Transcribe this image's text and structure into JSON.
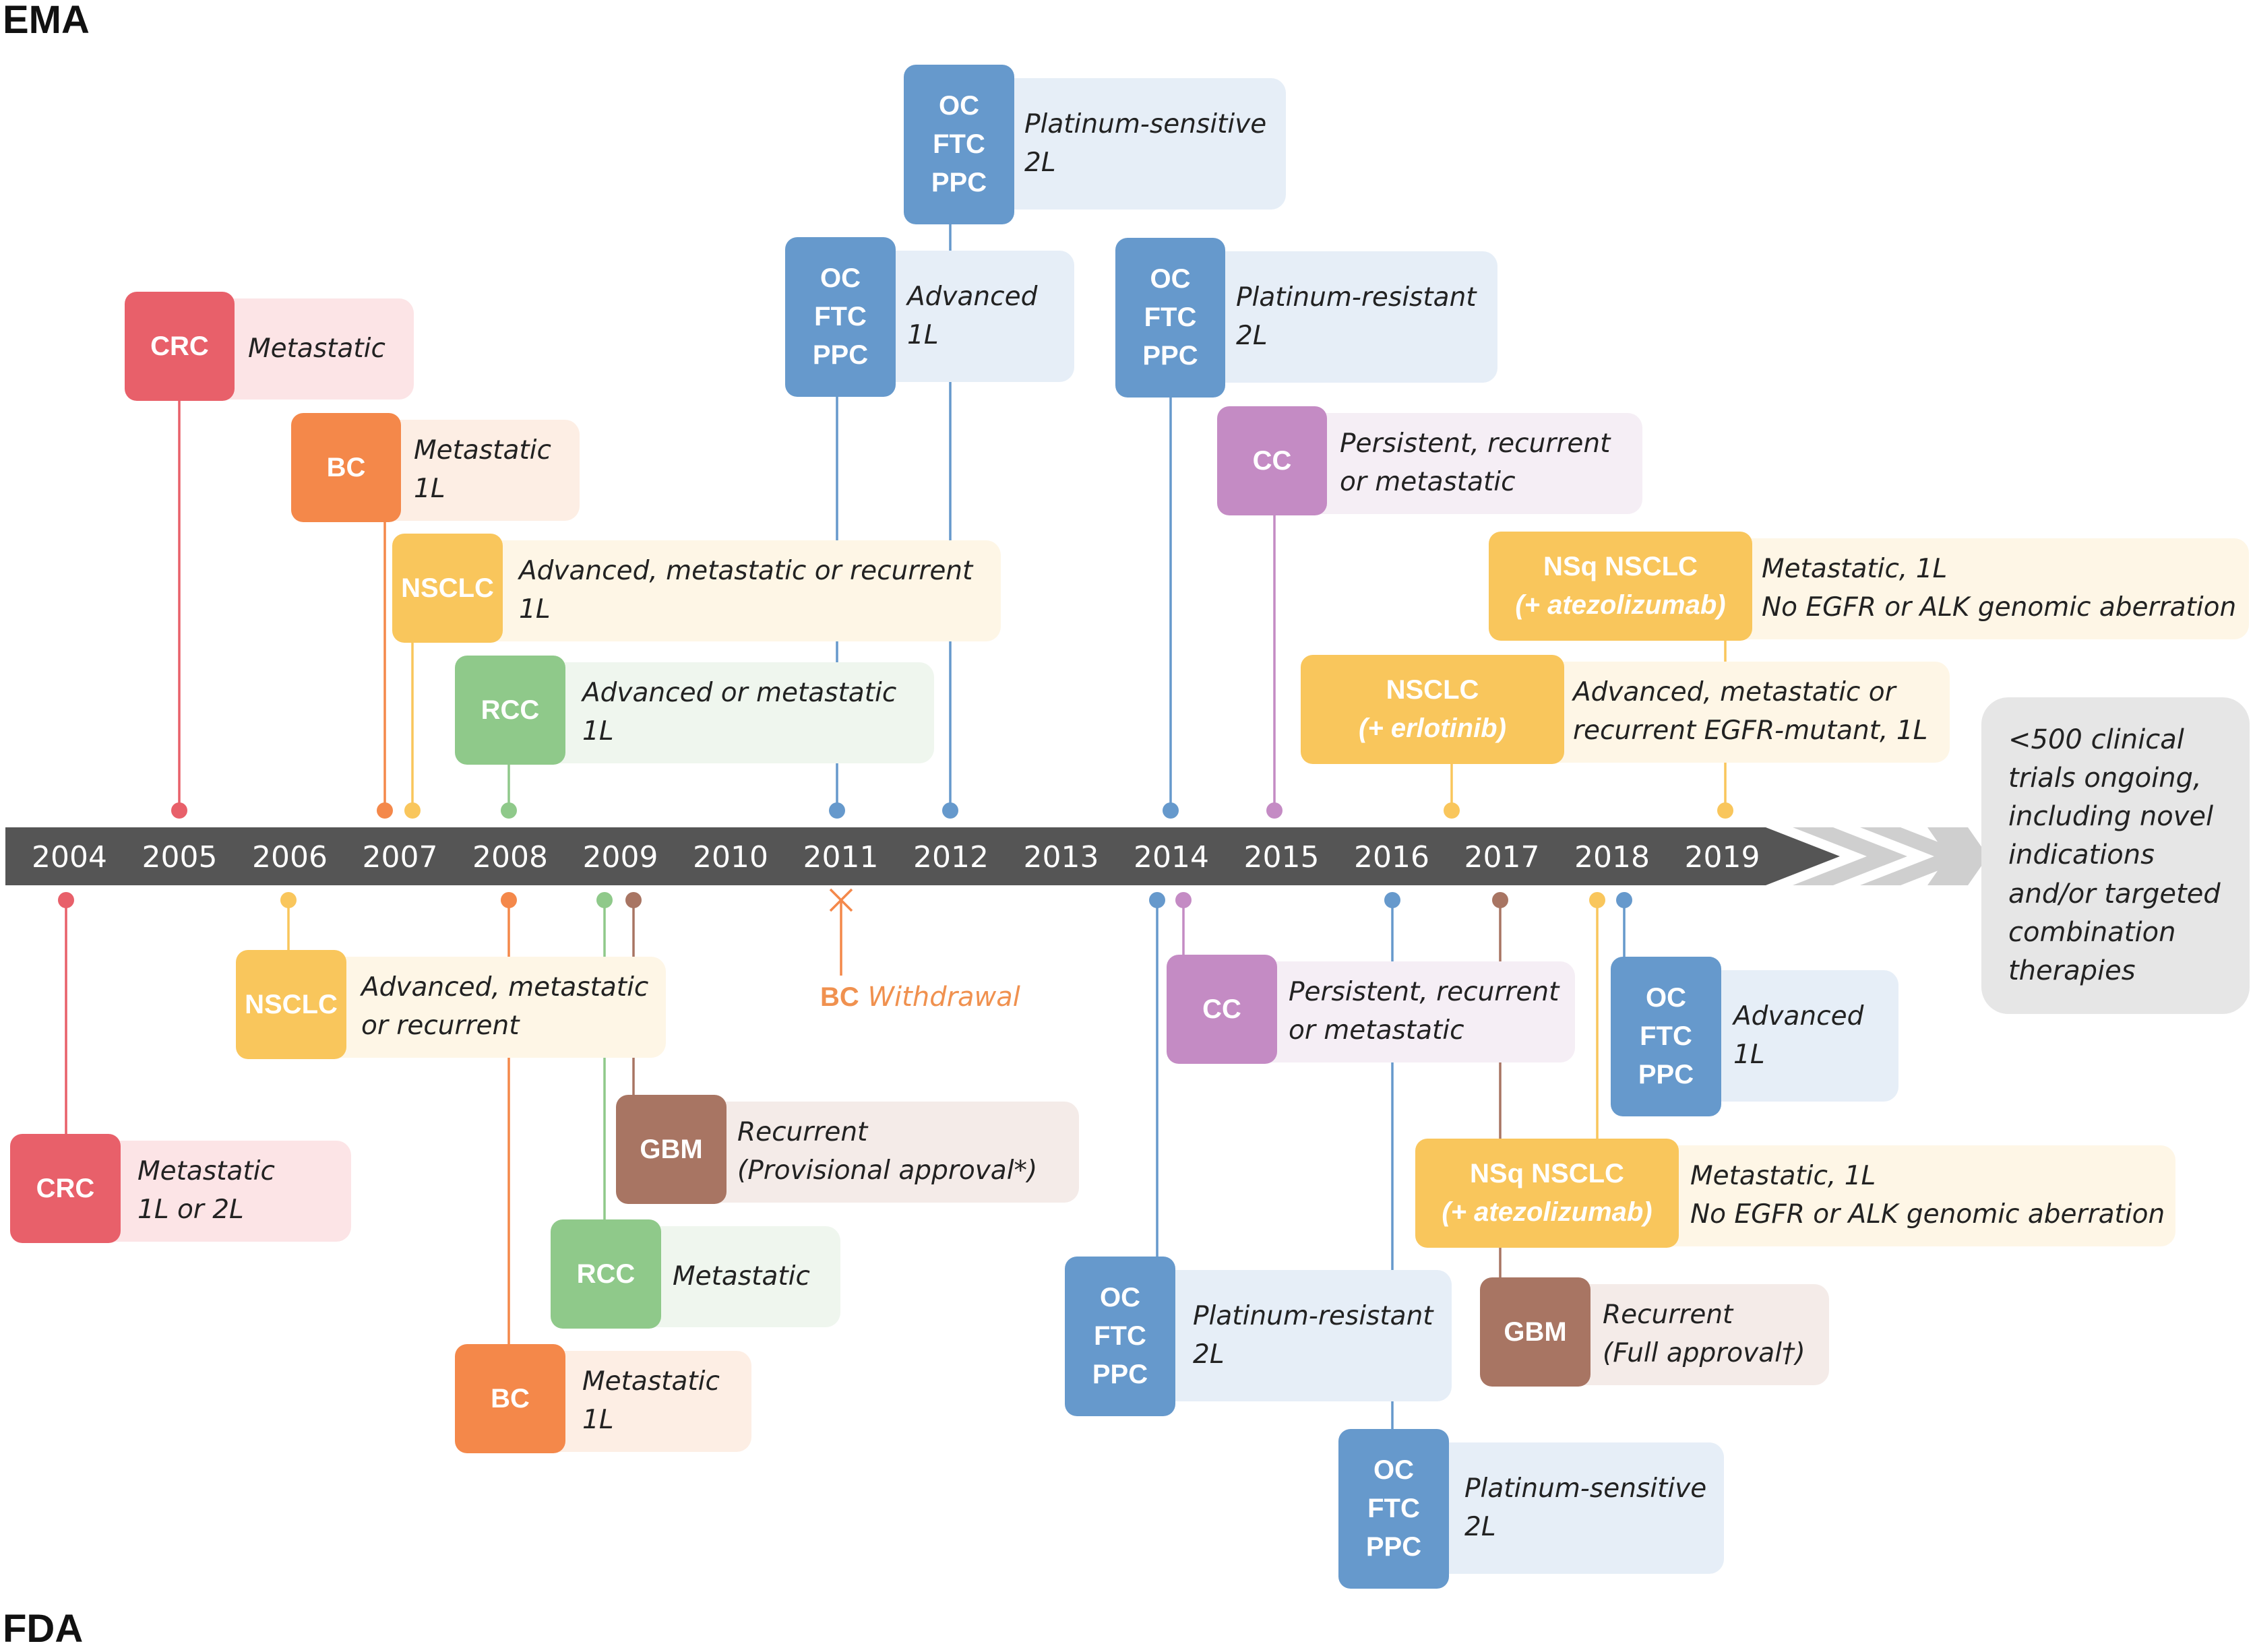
{
  "labels": {
    "top": "EMA",
    "bottom": "FDA"
  },
  "colors": {
    "axis": "#555555",
    "axis_text": "#ffffff",
    "chevron": "#cfcfcf",
    "CRC": "#e8606a",
    "BC": "#f4884a",
    "NSCLC": "#f9c65c",
    "RCC": "#8fc98a",
    "OC": "#6699cc",
    "CC": "#c48bc4",
    "GBM": "#a87563",
    "note_bg": "#e6e6e6",
    "light": {
      "CRC": "#fce4e6",
      "BC": "#fdeee4",
      "NSCLC": "#fef6e6",
      "RCC": "#eff6ee",
      "OC": "#e6eef7",
      "CC": "#f5eef5",
      "GBM": "#f4ebe8"
    }
  },
  "years": [
    "2004",
    "2005",
    "2006",
    "2007",
    "2008",
    "2009",
    "2010",
    "2011",
    "2012",
    "2013",
    "2014",
    "2015",
    "2016",
    "2017",
    "2018",
    "2019"
  ],
  "ema_events": [
    {
      "tag": [
        "CRC"
      ],
      "desc": [
        "Metastatic"
      ],
      "cat": "CRC"
    },
    {
      "tag": [
        "BC"
      ],
      "desc": [
        "Metastatic",
        "1L"
      ],
      "cat": "BC"
    },
    {
      "tag": [
        "NSCLC"
      ],
      "desc": [
        "Advanced, metastatic or recurrent",
        "1L"
      ],
      "cat": "NSCLC"
    },
    {
      "tag": [
        "RCC"
      ],
      "desc": [
        "Advanced or metastatic",
        "1L"
      ],
      "cat": "RCC"
    },
    {
      "tag": [
        "OC",
        "FTC",
        "PPC"
      ],
      "desc": [
        "Advanced",
        "1L"
      ],
      "cat": "OC"
    },
    {
      "tag": [
        "OC",
        "FTC",
        "PPC"
      ],
      "desc": [
        "Platinum-sensitive",
        "2L"
      ],
      "cat": "OC"
    },
    {
      "tag": [
        "OC",
        "FTC",
        "PPC"
      ],
      "desc": [
        "Platinum-resistant",
        "2L"
      ],
      "cat": "OC"
    },
    {
      "tag": [
        "CC"
      ],
      "desc": [
        "Persistent, recurrent",
        "or metastatic"
      ],
      "cat": "CC"
    },
    {
      "tag": [
        "NSCLC",
        "(+ erlotinib)"
      ],
      "desc": [
        "Advanced, metastatic or",
        "recurrent EGFR-mutant, 1L"
      ],
      "cat": "NSCLC"
    },
    {
      "tag": [
        "NSq NSCLC",
        "(+ atezolizumab)"
      ],
      "desc": [
        "Metastatic, 1L",
        "No EGFR or ALK genomic aberration"
      ],
      "cat": "NSCLC"
    }
  ],
  "fda_events": [
    {
      "tag": [
        "CRC"
      ],
      "desc": [
        "Metastatic",
        "1L or 2L"
      ],
      "cat": "CRC"
    },
    {
      "tag": [
        "NSCLC"
      ],
      "desc": [
        "Advanced, metastatic",
        "or recurrent"
      ],
      "cat": "NSCLC"
    },
    {
      "tag": [
        "BC"
      ],
      "desc": [
        "Metastatic",
        "1L"
      ],
      "cat": "BC"
    },
    {
      "tag": [
        "RCC"
      ],
      "desc": [
        "Metastatic"
      ],
      "cat": "RCC"
    },
    {
      "tag": [
        "GBM"
      ],
      "desc": [
        "Recurrent",
        "(Provisional approval*)"
      ],
      "cat": "GBM"
    },
    {
      "tag": [
        "OC",
        "FTC",
        "PPC"
      ],
      "desc": [
        "Platinum-resistant",
        "2L"
      ],
      "cat": "OC"
    },
    {
      "tag": [
        "CC"
      ],
      "desc": [
        "Persistent, recurrent",
        "or metastatic"
      ],
      "cat": "CC"
    },
    {
      "tag": [
        "OC",
        "FTC",
        "PPC"
      ],
      "desc": [
        "Platinum-sensitive",
        "2L"
      ],
      "cat": "OC"
    },
    {
      "tag": [
        "GBM"
      ],
      "desc": [
        "Recurrent",
        "(Full approval†)"
      ],
      "cat": "GBM"
    },
    {
      "tag": [
        "NSq NSCLC",
        "(+ atezolizumab)"
      ],
      "desc": [
        "Metastatic, 1L",
        "No EGFR or ALK genomic aberration"
      ],
      "cat": "NSCLC"
    },
    {
      "tag": [
        "OC",
        "FTC",
        "PPC"
      ],
      "desc": [
        "Advanced",
        "1L"
      ],
      "cat": "OC"
    }
  ],
  "withdrawal": {
    "tag": "BC",
    "text": "Withdrawal"
  },
  "note": [
    "<500 clinical",
    "trials ongoing,",
    "including novel",
    "indications",
    "and/or targeted",
    "combination",
    "therapies"
  ]
}
